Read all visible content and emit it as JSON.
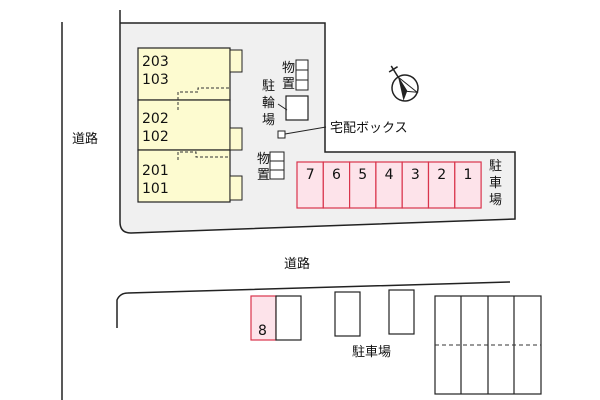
{
  "roads": {
    "west": "道路",
    "south": "道路"
  },
  "building": {
    "units_top": [
      "203",
      "202",
      "201"
    ],
    "units_bottom": [
      "103",
      "102",
      "101"
    ]
  },
  "storage_labels": [
    "物",
    "置"
  ],
  "bicycle_parking": [
    "駐",
    "輪",
    "場"
  ],
  "delivery_box": "宅配ボックス",
  "parking_lot_labels": {
    "east": [
      "駐",
      "車",
      "場"
    ],
    "south": "駐車場"
  },
  "parking_spaces": [
    "7",
    "6",
    "5",
    "4",
    "3",
    "2",
    "1"
  ],
  "parking_space_south": "8",
  "colors": {
    "building_fill": "#fdfbd0",
    "parking_fill": "#fde3ea",
    "parking_stroke": "#d9344c",
    "lot_fill": "#f0f0f0",
    "line": "#222222"
  }
}
